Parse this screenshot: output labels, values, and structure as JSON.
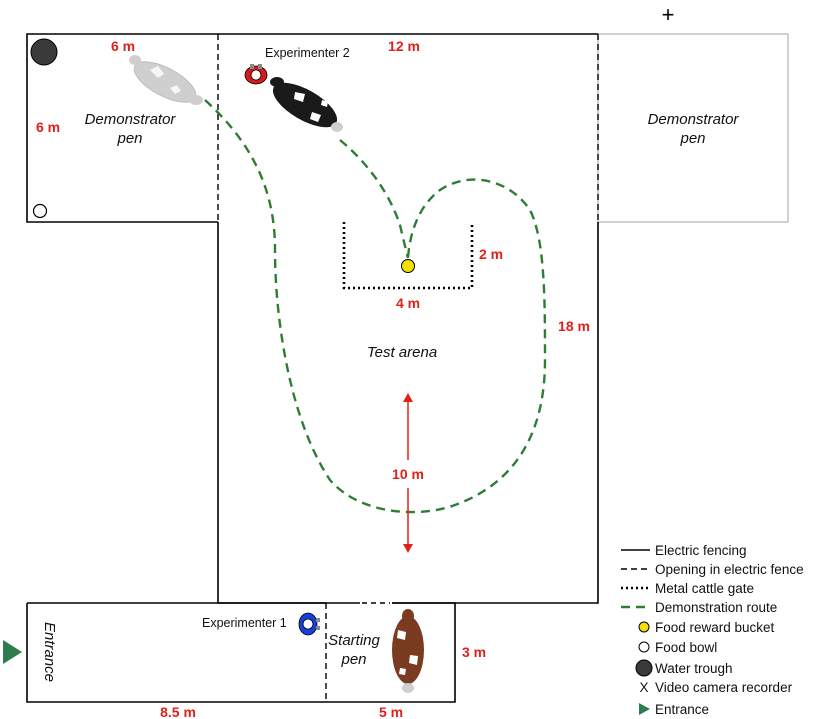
{
  "pens": {
    "demonstrator_left": "Demonstrator",
    "demonstrator_left_2": "pen",
    "demonstrator_right": "Demonstrator",
    "demonstrator_right_2": "pen",
    "test_arena": "Test arena",
    "starting": "Starting",
    "starting_2": "pen",
    "entrance": "Entrance"
  },
  "people": {
    "experimenter_1": "Experimenter 1",
    "experimenter_2": "Experimenter 2"
  },
  "dimensions": {
    "demo_width": "6 m",
    "demo_height": "6 m",
    "arena_width": "12 m",
    "arena_height": "18 m",
    "gate_depth": "2 m",
    "gate_width": "4 m",
    "distance": "10 m",
    "entrance_length": "8.5 m",
    "start_width": "5 m",
    "start_height": "3 m"
  },
  "camera_mark": "+",
  "legend": [
    {
      "key": "electric",
      "label": "Electric fencing"
    },
    {
      "key": "opening",
      "label": "Opening in electric fence"
    },
    {
      "key": "gate",
      "label": "Metal cattle gate"
    },
    {
      "key": "route",
      "label": "Demonstration route"
    },
    {
      "key": "bucket",
      "label": "Food reward bucket"
    },
    {
      "key": "bowl",
      "label": "Food bowl"
    },
    {
      "key": "trough",
      "label": "Water trough"
    },
    {
      "key": "camera",
      "label": "Video camera recorder",
      "symbol": "X"
    },
    {
      "key": "entrance",
      "label": "Entrance"
    }
  ],
  "colors": {
    "route": "#2e7d32",
    "dimension": "#e0201b",
    "bucket": "#f5e000",
    "trough": "#3a3a3a",
    "experimenter_1": "#1a3fd6",
    "experimenter_2": "#d61a1a",
    "entrance_arrow": "#2e7d4f"
  }
}
